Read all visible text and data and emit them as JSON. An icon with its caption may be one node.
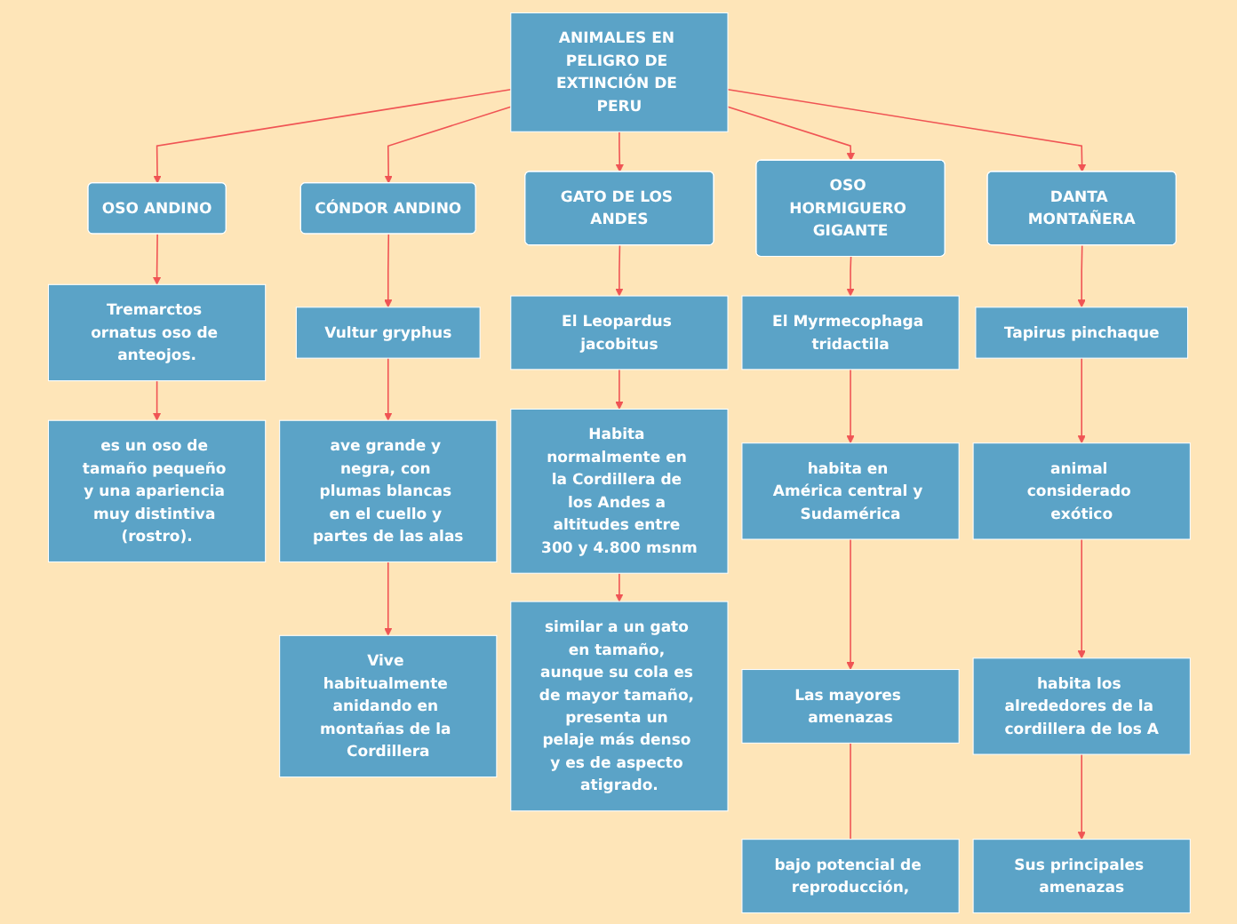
{
  "diagram": {
    "nodes": [
      {
        "text": [
          "ANIMALES EN PELIGRO DE EXTINCIÓN DE PERU"
        ]
      },
      {
        "text": [
          "OSO ANDINO"
        ]
      },
      {
        "text": [
          "Tremarctos ornatus oso de anteojos."
        ]
      },
      {
        "text": [
          "es un oso de tamaño pequeño y una apariencia muy distintiva (rostro)."
        ]
      },
      {
        "text": [
          "CÓNDOR ANDINO"
        ]
      },
      {
        "text": [
          "Vultur gryphus"
        ]
      },
      {
        "text": [
          "ave grande y negra, con plumas blancas en el cuello y partes de las alas"
        ]
      },
      {
        "text": [
          "Vive habitualmente anidando en montañas de la Cordillera"
        ]
      },
      {
        "text": [
          "GATO DE LOS ANDES"
        ]
      },
      {
        "text": [
          "El Leopardus jacobitus"
        ]
      },
      {
        "text": [
          "Habita normalmente en la Cordillera de los Andes a altitudes entre 300 y 4.800 msnm"
        ]
      },
      {
        "text": [
          "similar a un gato en tamaño, aunque su cola es de mayor tamaño, presenta un pelaje más denso y es de aspecto atigrado."
        ]
      },
      {
        "text": [
          "OSO HORMIGUERO GIGANTE"
        ]
      },
      {
        "text": [
          "El Myrmecophaga tridactila"
        ]
      },
      {
        "text": [
          "habita en América central y Sudamérica"
        ]
      },
      {
        "text": [
          "Las mayores amenazas"
        ]
      },
      {
        "text": [
          "bajo potencial de reproducción,"
        ]
      },
      {
        "text": [
          "DANTA MONTAÑERA"
        ]
      },
      {
        "text": [
          "Tapirus pinchaque"
        ]
      },
      {
        "text": [
          "animal considerado exótico"
        ]
      },
      {
        "text": [
          "habita los alrededores de la cordillera de los A"
        ]
      },
      {
        "text": [
          "Sus principales amenazas"
        ]
      }
    ],
    "edges": [
      {
        "from": 0,
        "to": 1,
        "arrow": "to"
      },
      {
        "from": 0,
        "to": 4,
        "arrow": "to"
      },
      {
        "from": 0,
        "to": 8,
        "arrow": "to"
      },
      {
        "from": 0,
        "to": 12,
        "arrow": "to"
      },
      {
        "from": 0,
        "to": 17,
        "arrow": "to"
      },
      {
        "from": 1,
        "to": 2,
        "arrow": "to"
      },
      {
        "from": 2,
        "to": 3,
        "arrow": "to"
      },
      {
        "from": 4,
        "to": 5,
        "arrow": "to"
      },
      {
        "from": 5,
        "to": 6,
        "arrow": "to"
      },
      {
        "from": 6,
        "to": 7,
        "arrow": "to"
      },
      {
        "from": 8,
        "to": 9,
        "arrow": "to"
      },
      {
        "from": 9,
        "to": 10,
        "arrow": "to"
      },
      {
        "from": 10,
        "to": 11,
        "arrow": "to"
      },
      {
        "from": 12,
        "to": 13,
        "arrow": "to"
      },
      {
        "from": 13,
        "to": 14,
        "arrow": "to"
      },
      {
        "from": 14,
        "to": 15,
        "arrow": "to"
      },
      {
        "from": 15,
        "to": 16,
        "arrow": "none"
      },
      {
        "from": 17,
        "to": 18,
        "arrow": "to"
      },
      {
        "from": 18,
        "to": 19,
        "arrow": "to"
      },
      {
        "from": 19,
        "to": 20,
        "arrow": "to"
      },
      {
        "from": 20,
        "to": 21,
        "arrow": "to"
      }
    ]
  }
}
